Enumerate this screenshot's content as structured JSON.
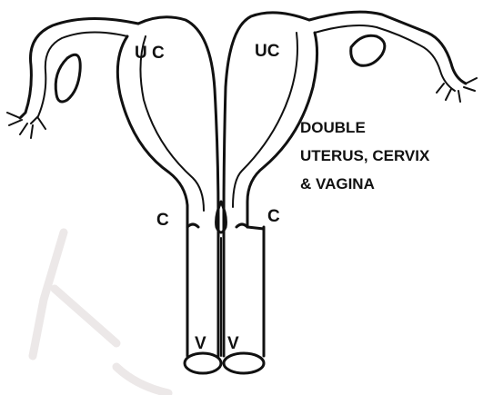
{
  "diagram": {
    "labels": {
      "left_uterine_cavity": "U C",
      "right_uterine_cavity": "UC",
      "left_cervix": "C",
      "right_cervix": "C",
      "left_vagina": "V",
      "right_vagina": "V"
    },
    "caption": {
      "line1": "DOUBLE",
      "line2": "UTERUS, CERVIX",
      "line3": "& VAGINA"
    }
  },
  "colors": {
    "ink": "#111111",
    "background": "#ffffff",
    "watermark": "#ece8e8"
  }
}
